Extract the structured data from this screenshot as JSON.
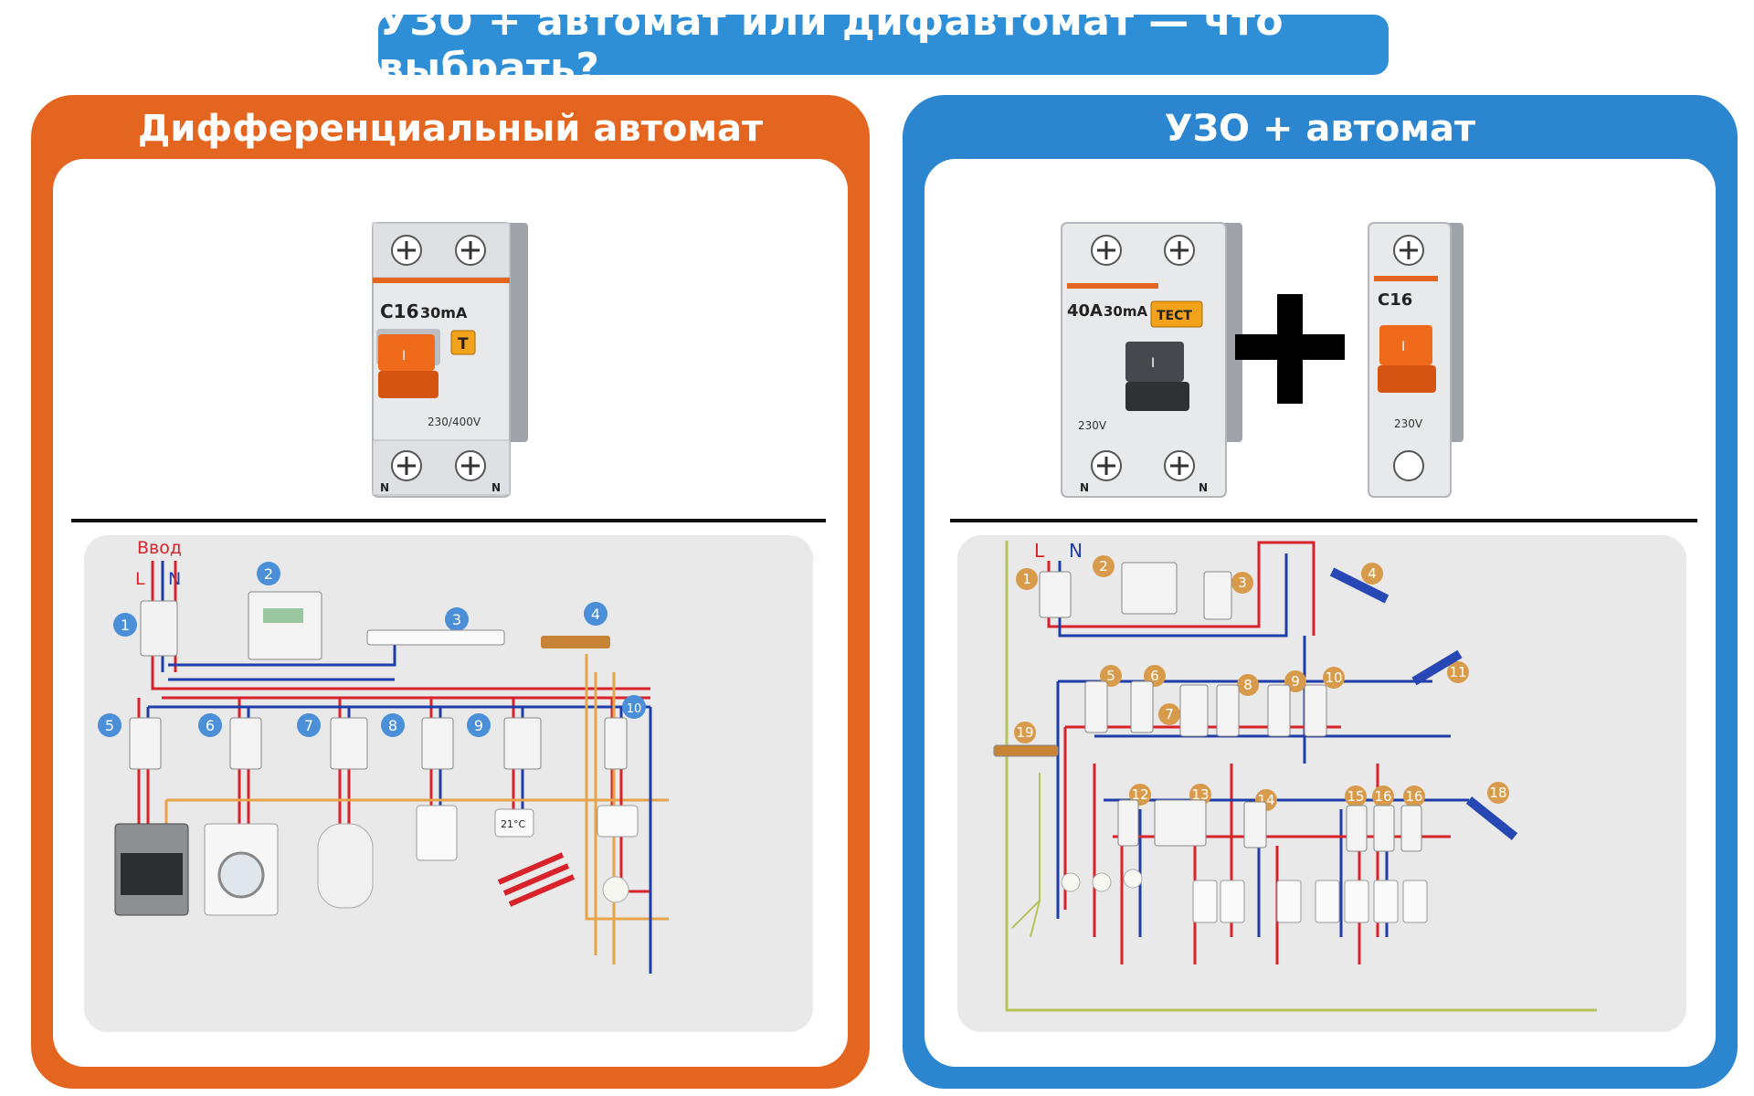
{
  "header": {
    "title": "УЗО + автомат или дифавтомат — что выбрать?"
  },
  "colors": {
    "left_panel": "#e4651f",
    "right_panel": "#2b86cf",
    "title_pill": "#2f8fd6",
    "phase_wire": "#d8232a",
    "neutral_wire": "#1f3da8",
    "earth_wire": "#e8a44a"
  },
  "left": {
    "title": "Дифференциальный автомат",
    "device": {
      "rating": "C16",
      "current": "30mA",
      "test_label": "T",
      "lever_label": "I",
      "voltage": "230/400V",
      "terminal_left": "N",
      "terminal_right": "N"
    },
    "scheme": {
      "input_label": "Ввод",
      "L": "L",
      "N": "N",
      "numbers": [
        "1",
        "2",
        "3",
        "4",
        "5",
        "6",
        "7",
        "8",
        "9",
        "10"
      ],
      "thermostat": "21°C"
    }
  },
  "right": {
    "title": "УЗО + автомат",
    "rcd": {
      "rating": "40A",
      "current": "30mA",
      "test_label": "ТЕСТ",
      "lever_label": "I",
      "voltage": "230V",
      "terminal_left": "N",
      "terminal_right": "N"
    },
    "plus": "+",
    "breaker": {
      "rating": "C16",
      "lever_label": "I",
      "voltage": "230V"
    },
    "scheme": {
      "L": "L",
      "N": "N",
      "numbers": [
        "1",
        "2",
        "3",
        "4",
        "5",
        "6",
        "7",
        "8",
        "9",
        "10",
        "11",
        "12",
        "13",
        "14",
        "15",
        "16",
        "16",
        "18",
        "19"
      ]
    }
  }
}
